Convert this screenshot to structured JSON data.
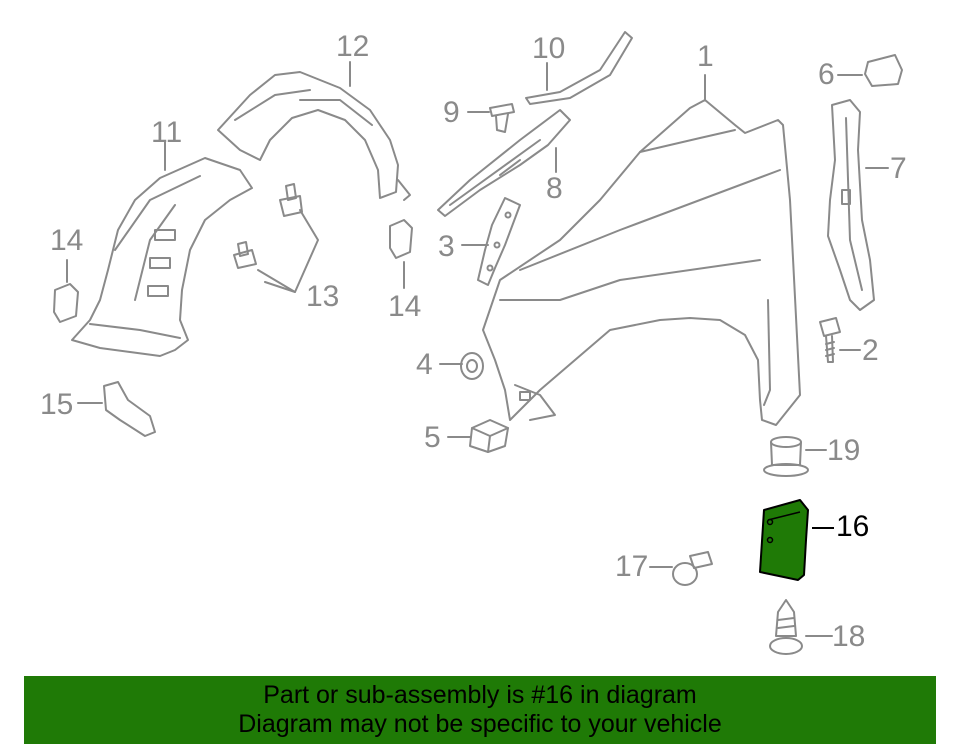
{
  "diagram": {
    "callouts": {
      "c1": "1",
      "c2": "2",
      "c3": "3",
      "c4": "4",
      "c5": "5",
      "c6": "6",
      "c7": "7",
      "c8": "8",
      "c9": "9",
      "c10": "10",
      "c11": "11",
      "c12": "12",
      "c13": "13",
      "c14a": "14",
      "c14b": "14",
      "c15": "15",
      "c16": "16",
      "c17": "17",
      "c18": "18",
      "c19": "19"
    },
    "highlight_part": "16",
    "colors": {
      "line": "#8a8a8a",
      "highlight_fill": "#1f7a06",
      "banner": "#1f7a06",
      "text": "#000000"
    }
  },
  "banner": {
    "line1": "Part or sub-assembly is #16 in diagram",
    "line2": "Diagram may not be specific to your vehicle"
  }
}
